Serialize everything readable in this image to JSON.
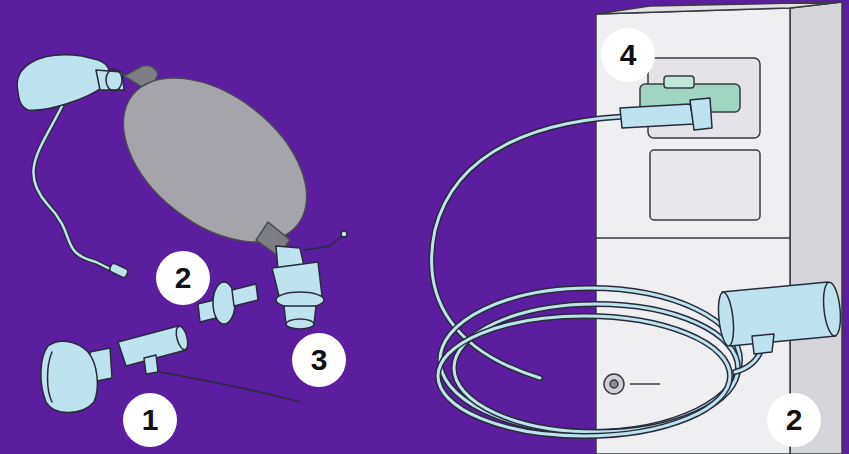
{
  "diagram": {
    "labels": [
      "4",
      "2",
      "3",
      "1",
      "2"
    ]
  }
}
